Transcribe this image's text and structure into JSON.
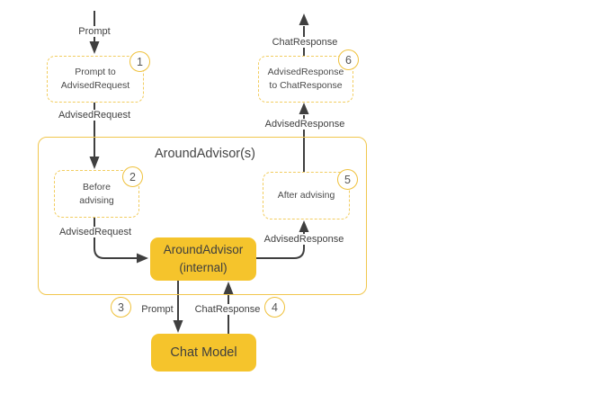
{
  "diagram": {
    "container_title": "AroundAdvisor(s)",
    "nodes": {
      "step1": {
        "line1": "Prompt to",
        "line2": "AdvisedRequest",
        "badge": "1"
      },
      "step2": {
        "line1": "Before",
        "line2": "advising",
        "badge": "2"
      },
      "step5": {
        "label": "After advising",
        "badge": "5"
      },
      "step6": {
        "line1": "AdvisedResponse",
        "line2": "to ChatResponse",
        "badge": "6"
      },
      "around_advisor_internal": {
        "line1": "AroundAdvisor",
        "line2": "(internal)"
      },
      "chat_model": {
        "label": "Chat Model"
      }
    },
    "edge_labels": {
      "prompt_top": "Prompt",
      "advised_request_upper": "AdvisedRequest",
      "advised_request_inner": "AdvisedRequest",
      "advised_response_inner": "AdvisedResponse",
      "advised_response_upper": "AdvisedResponse",
      "chat_response_top": "ChatResponse",
      "prompt_bottom": "Prompt",
      "chat_response_bottom": "ChatResponse",
      "badge3": "3",
      "badge4": "4"
    },
    "colors": {
      "accent_yellow_fill": "#f5c42c",
      "dashed_border_yellow": "#f2cd60",
      "container_border_yellow": "#f1c74e",
      "badge_ring_yellow": "#efc13b",
      "arrow_gray": "#3f3f3f"
    }
  }
}
